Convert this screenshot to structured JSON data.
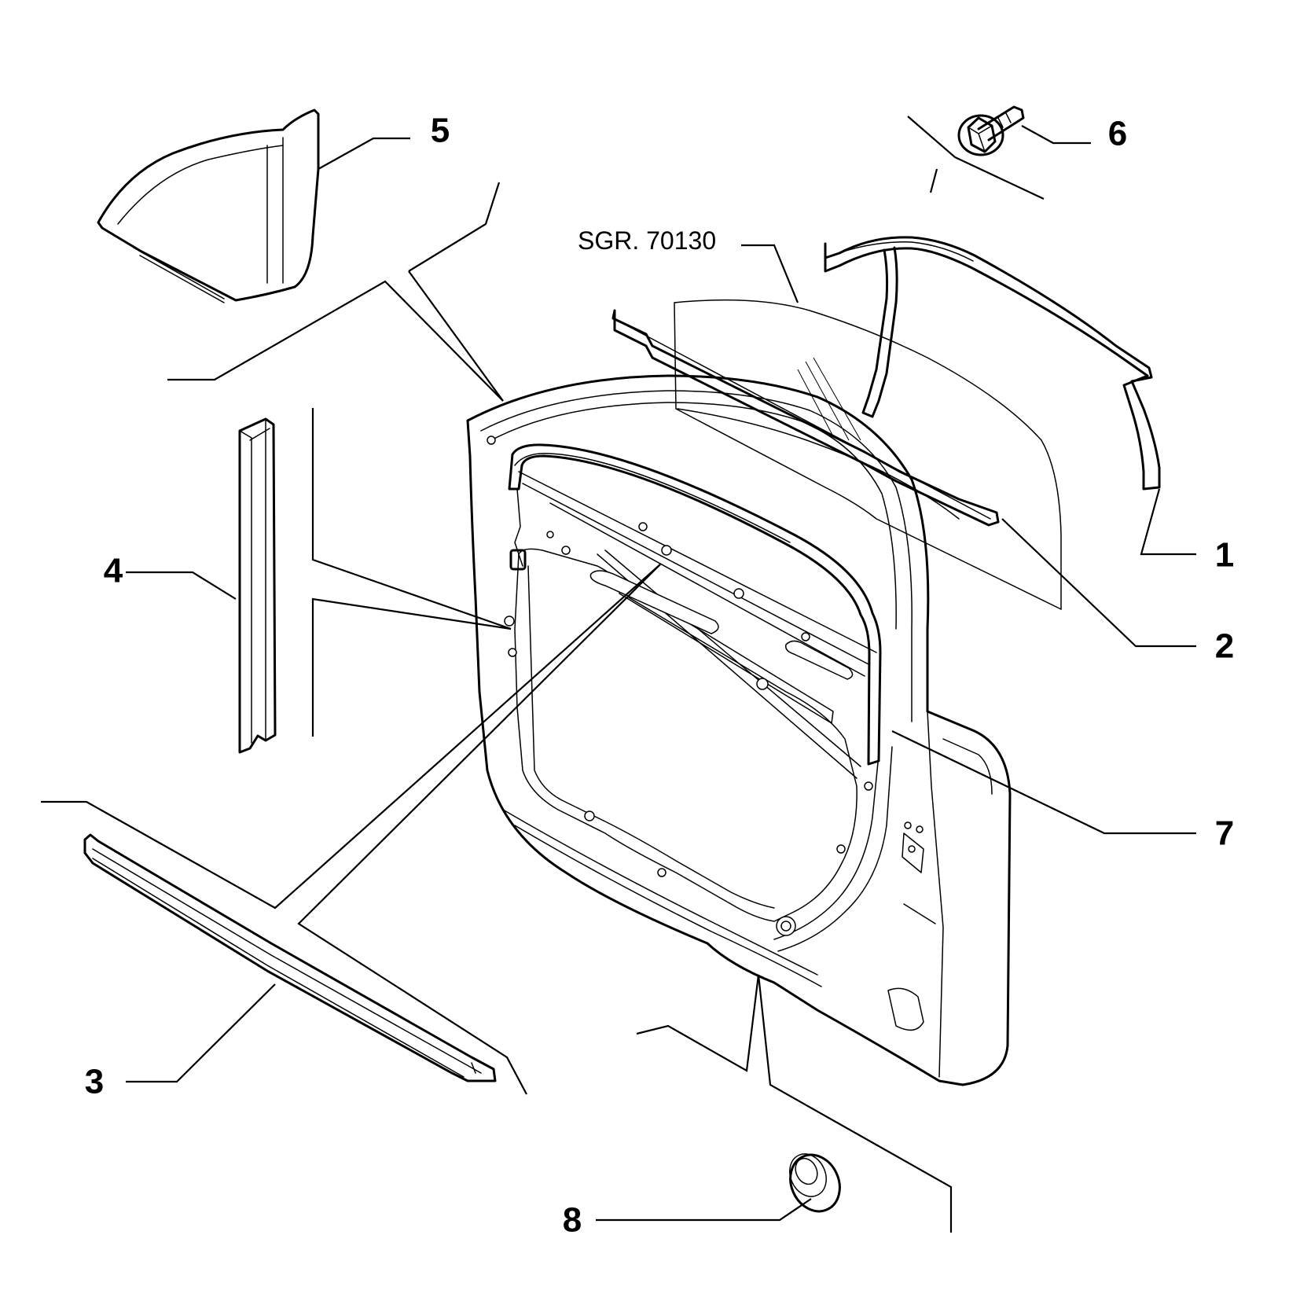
{
  "reference": "SGR. 70130",
  "callouts": {
    "c1": "1",
    "c2": "2",
    "c3": "3",
    "c4": "4",
    "c5": "5",
    "c6": "6",
    "c7": "7",
    "c8": "8"
  }
}
